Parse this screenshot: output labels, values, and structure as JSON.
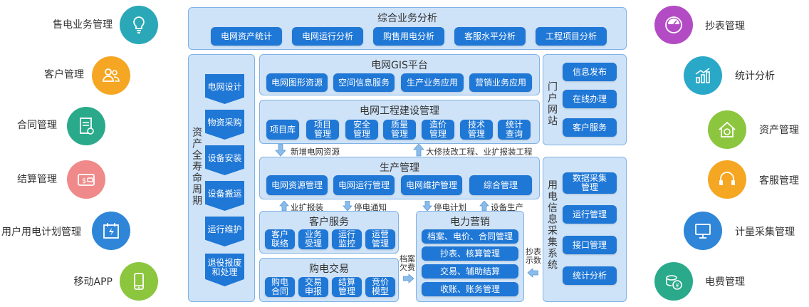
{
  "left_features": [
    {
      "label": "售电业务管理",
      "icon": "lightbulb-icon",
      "color": "#2aa8b8"
    },
    {
      "label": "客户管理",
      "icon": "users-icon",
      "color": "#f5a623"
    },
    {
      "label": "合同管理",
      "icon": "contract-icon",
      "color": "#2aaa8a"
    },
    {
      "label": "结算管理",
      "icon": "wallet-icon",
      "color": "#f08a8a"
    },
    {
      "label": "用户用电计划管理",
      "icon": "calendar-power-icon",
      "color": "#2f86d8"
    },
    {
      "label": "移动APP",
      "icon": "mobile-phone-icon",
      "color": "#8cc63f"
    }
  ],
  "right_features": [
    {
      "label": "抄表管理",
      "icon": "meter-gauge-icon",
      "color": "#b34bc4"
    },
    {
      "label": "统计分析",
      "icon": "bar-chart-icon",
      "color": "#2aa8c8"
    },
    {
      "label": "资产管理",
      "icon": "asset-house-icon",
      "color": "#8cc63f"
    },
    {
      "label": "客服管理",
      "icon": "headset-icon",
      "color": "#f5a623"
    },
    {
      "label": "计量采集管理",
      "icon": "monitor-icon",
      "color": "#2f86d8"
    },
    {
      "label": "电费管理",
      "icon": "coins-icon",
      "color": "#2aaa8a"
    }
  ],
  "top_panel": {
    "title": "综合业务分析",
    "buttons": [
      "电网资产统计",
      "电网运行分析",
      "购售用电分析",
      "客服水平分析",
      "工程项目分析"
    ]
  },
  "lifecycle": {
    "title": "资产全寿命周期",
    "steps": [
      "电网设计",
      "物资采购",
      "设备安装",
      "设备搬运",
      "运行维护",
      "退役报废\n和处理"
    ]
  },
  "gis": {
    "title": "电网GIS平台",
    "buttons": [
      "电网图形资源",
      "空间信息服务",
      "生产业务应用",
      "营销业务应用"
    ]
  },
  "portal": {
    "title": "门户网站",
    "buttons": [
      "信息发布",
      "在线办理",
      "客户服务"
    ]
  },
  "construction": {
    "title": "电网工程建设管理",
    "buttons": [
      "项目库",
      "项目\n管理",
      "安全\n管理",
      "质量\n管理",
      "造价\n管理",
      "技术\n管理",
      "统计\n查询"
    ]
  },
  "arrows_mid": {
    "down_label": "新增电网资源",
    "up_label": "大修技改工程、业扩报装工程"
  },
  "production": {
    "title": "生产管理",
    "buttons": [
      "电网资源管理",
      "电网运行管理",
      "电网维护管理",
      "综合管理"
    ]
  },
  "arrows_lower": [
    "业扩报装",
    "停电通知",
    "停电计划",
    "设备生产"
  ],
  "customer_service": {
    "title": "客户服务",
    "buttons": [
      "客户\n联络",
      "业务\n受理",
      "运行\n监控",
      "运营\n管理"
    ]
  },
  "purchase": {
    "title": "购电交易",
    "buttons": [
      "购电\n合同",
      "交易\n申报",
      "结算\n管理",
      "竞价\n模型"
    ]
  },
  "marketing": {
    "title": "电力营销",
    "buttons": [
      "档案、电价、合同管理",
      "抄表、核算管理",
      "交易、辅助结算",
      "收账、账务管理"
    ]
  },
  "side_labels": {
    "archive_fee": "档案\n欠费",
    "meter_reading": "抄表\n示数"
  },
  "consumption": {
    "title": "用电信息采集系统",
    "buttons": [
      "数据采集\n管理",
      "运行管理",
      "接口管理",
      "统计分析"
    ]
  }
}
